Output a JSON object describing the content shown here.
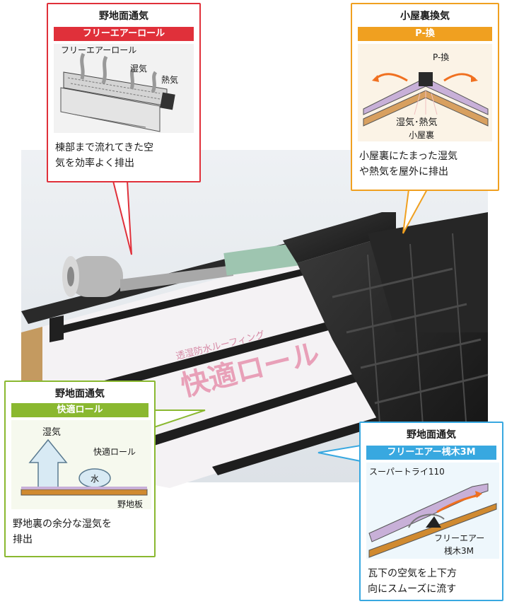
{
  "red": {
    "title": "野地面通気",
    "band": "フリーエアーロール",
    "labels": {
      "product": "フリーエアーロール",
      "humidity": "湿気",
      "heat": "熱気"
    },
    "desc": [
      "棟部まで流れてきた空",
      "気を効率よく排出"
    ],
    "color": "#e0303a"
  },
  "orange": {
    "title": "小屋裏換気",
    "band": "P-換",
    "labels": {
      "product": "P-換",
      "humid_heat": "湿気･熱気",
      "attic": "小屋裏"
    },
    "desc": [
      "小屋裏にたまった湿気",
      "や熱気を屋外に排出"
    ],
    "color": "#f0a020"
  },
  "green": {
    "title": "野地面通気",
    "band": "快適ロール",
    "labels": {
      "humidity": "湿気",
      "product": "快適ロール",
      "water": "水",
      "board": "野地板"
    },
    "desc": [
      "野地裏の余分な湿気を",
      "排出"
    ],
    "color": "#8ab830"
  },
  "blue": {
    "title": "野地面通気",
    "band": "フリーエアー桟木3M",
    "labels": {
      "sheet": "スーパートライ110",
      "batten1": "フリーエアー",
      "batten2": "桟木3M"
    },
    "desc": [
      "瓦下の空気を上下方",
      "向にスムーズに流す"
    ],
    "color": "#38a8e0"
  },
  "roof": {
    "sheet_print": "快適ロール",
    "sheet_print_small": "透湿防水ルーフィング"
  }
}
